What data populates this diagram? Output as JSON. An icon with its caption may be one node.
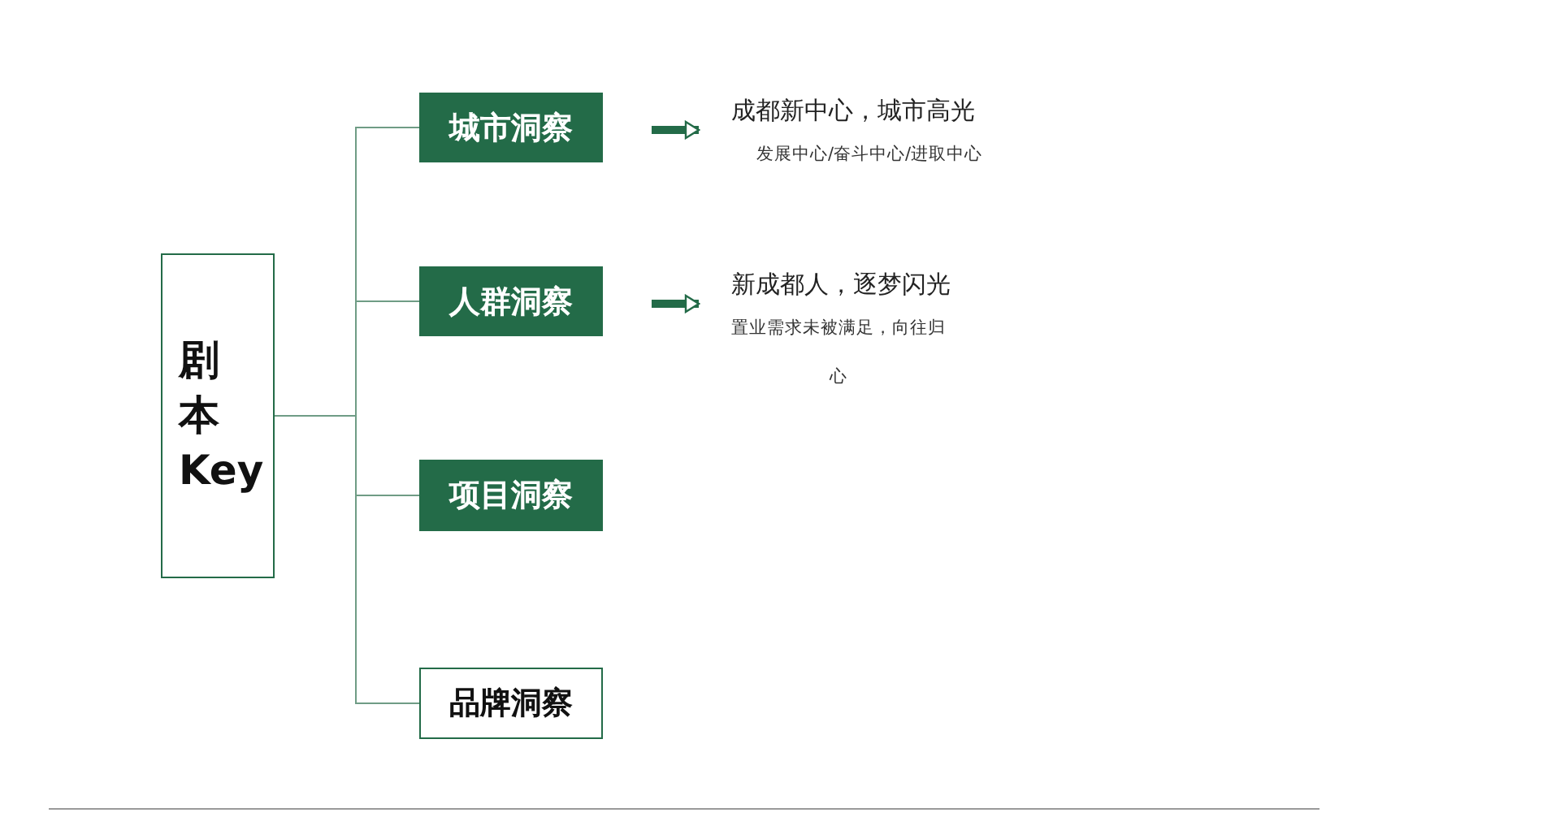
{
  "diagram": {
    "nodes": [
      {
        "text": [
          "剧本 Key"
        ]
      },
      {
        "text": [
          "城市洞察"
        ]
      },
      {
        "text": [
          "人群洞察"
        ]
      },
      {
        "text": [
          "项目洞察"
        ]
      },
      {
        "text": [
          "品牌洞察"
        ]
      },
      {
        "text": [
          "成都新中心，城市高光",
          "发展中心/奋斗中心/进取中心"
        ]
      },
      {
        "text": [
          "新成都人，逐梦闪光",
          "置业需求未被满足，向往归心"
        ]
      }
    ],
    "edges": [
      {
        "from": 0,
        "to": 1,
        "arrow": "none"
      },
      {
        "from": 0,
        "to": 2,
        "arrow": "none"
      },
      {
        "from": 0,
        "to": 3,
        "arrow": "none"
      },
      {
        "from": 0,
        "to": 4,
        "arrow": "none"
      },
      {
        "from": 1,
        "to": 5,
        "arrow": "to",
        "style": "thick"
      },
      {
        "from": 2,
        "to": 6,
        "arrow": "to",
        "style": "thick"
      }
    ]
  }
}
